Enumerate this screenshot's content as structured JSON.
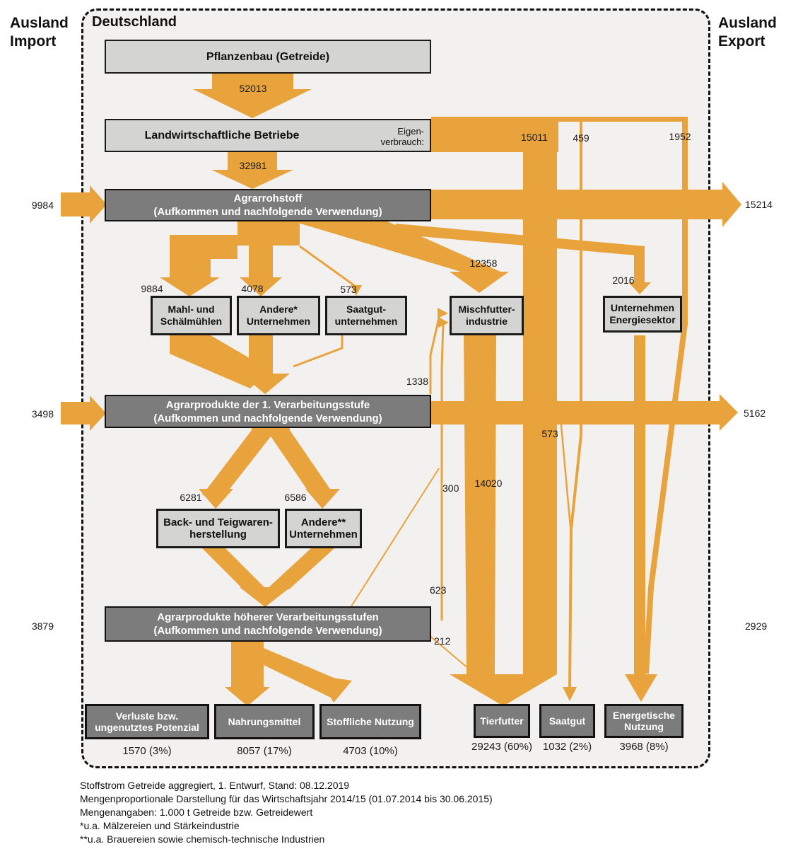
{
  "frame": {
    "left_label_line1": "Ausland",
    "left_label_line2": "Import",
    "right_label_line1": "Ausland",
    "right_label_line2": "Export",
    "region_label": "Deutschland"
  },
  "colors": {
    "flow_orange": "#E9A33C",
    "box_light_gray": "#D4D4D3",
    "box_dark_gray": "#7C7C7C",
    "panel_background": "#F2F1EF",
    "border_black": "#111111"
  },
  "nodes": {
    "pflanzenbau": {
      "label": "Pflanzenbau (Getreide)"
    },
    "betriebe": {
      "label": "Landwirtschaftliche Betriebe",
      "note_line1": "Eigen-",
      "note_line2": "verbrauch:"
    },
    "agrarrohstoff": {
      "line1": "Agrarrohstoff",
      "line2": "(Aufkommen und nachfolgende Verwendung)"
    },
    "mahl": {
      "line1": "Mahl- und",
      "line2": "Schälmühlen"
    },
    "andere1": {
      "line1": "Andere*",
      "line2": "Unternehmen"
    },
    "saatgut_unternehmen": {
      "line1": "Saatgut-",
      "line2": "unternehmen"
    },
    "mischfutter": {
      "line1": "Mischfutter-",
      "line2": "industrie"
    },
    "energiesektor": {
      "line1": "Unternehmen",
      "line2": "Energiesektor"
    },
    "stufe1": {
      "line1": "Agrarprodukte der 1. Verarbeitungsstufe",
      "line2": "(Aufkommen und nachfolgende Verwendung)"
    },
    "back": {
      "line1": "Back- und Teigwaren-",
      "line2": "herstellung"
    },
    "andere2": {
      "line1": "Andere**",
      "line2": "Unternehmen"
    },
    "hoeherer": {
      "line1": "Agrarprodukte höherer Verarbeitungsstufen",
      "line2": "(Aufkommen und nachfolgende Verwendung)"
    },
    "verluste": {
      "line1": "Verluste bzw.",
      "line2": "ungenutztes Potenzial",
      "total": "1570 (3%)"
    },
    "nahrungsmittel": {
      "label": "Nahrungsmittel",
      "total": "8057 (17%)"
    },
    "stofflich": {
      "label": "Stoffliche Nutzung",
      "total": "4703 (10%)"
    },
    "tierfutter": {
      "label": "Tierfutter",
      "total": "29243 (60%)"
    },
    "saatgut": {
      "label": "Saatgut",
      "total": "1032 (2%)"
    },
    "energetisch": {
      "line1": "Energetische",
      "line2": "Nutzung",
      "total": "3968 (8%)"
    }
  },
  "flows": {
    "pflanzenbau_to_betriebe": "52013",
    "betriebe_to_agrarrohstoff": "32981",
    "import_to_agrarrohstoff": "9984",
    "agrarrohstoff_to_export": "15214",
    "eigenverbrauch_to_tierfutter": "15011",
    "eigenverbrauch_to_saatgut": "459",
    "eigenverbrauch_to_energetisch": "1952",
    "agrarrohstoff_to_mahl": "9884",
    "agrarrohstoff_to_andere1": "4078",
    "agrarrohstoff_to_saatgut_unternehmen": "573",
    "agrarrohstoff_to_mischfutter": "12358",
    "agrarrohstoff_to_energiesektor": "2016",
    "import_to_stufe1": "3498",
    "stufe1_to_export": "5162",
    "stufe1_to_mischfutter": "1338",
    "stufe1_to_saatgut": "573",
    "stufe1_to_back": "6281",
    "stufe1_to_andere2": "6586",
    "back_level_to_mischfutter": "300",
    "import_to_hoeherer": "3879",
    "hoeherer_to_export": "2929",
    "hoeherer_to_mischfutter": "623",
    "hoeherer_to_tierfutter": "212",
    "mischfutter_to_tierfutter": "14020"
  },
  "footnotes": [
    "Stoffstrom Getreide aggregiert, 1. Entwurf, Stand: 08.12.2019",
    "Mengenproportionale Darstellung für das Wirtschaftsjahr 2014/15 (01.07.2014 bis 30.06.2015)",
    "Mengenangaben: 1.000 t Getreide bzw. Getreidewert",
    "*u.a. Mälzereien und Stärkeindustrie",
    "**u.a. Brauereien sowie chemisch-technische Industrien"
  ]
}
